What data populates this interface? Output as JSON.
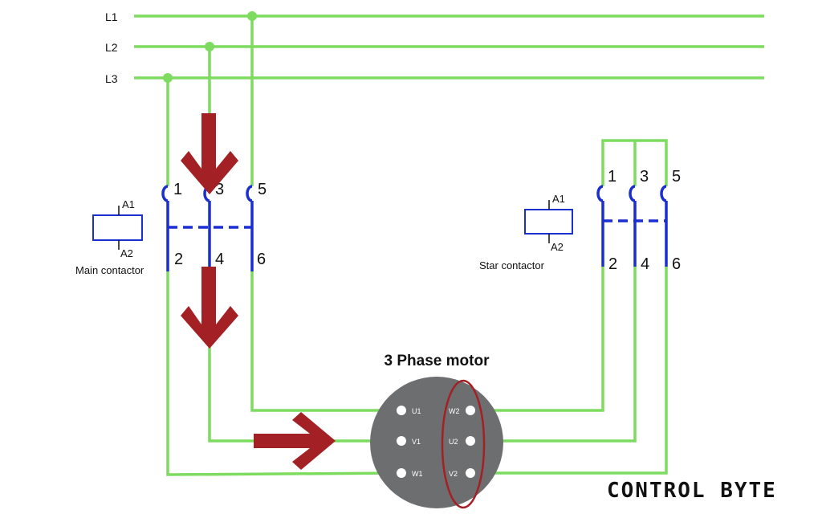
{
  "lines": {
    "l1": "L1",
    "l2": "L2",
    "l3": "L3"
  },
  "main_contactor": {
    "label": "Main contactor",
    "coil_top": "A1",
    "coil_bottom": "A2",
    "terminals_top": [
      "1",
      "3",
      "5"
    ],
    "terminals_bottom": [
      "2",
      "4",
      "6"
    ]
  },
  "star_contactor": {
    "label": "Star contactor",
    "coil_top": "A1",
    "coil_bottom": "A2",
    "terminals_top": [
      "1",
      "3",
      "5"
    ],
    "terminals_bottom": [
      "2",
      "4",
      "6"
    ]
  },
  "motor": {
    "title": "3 Phase motor",
    "left_terminals": [
      "U1",
      "V1",
      "W1"
    ],
    "right_terminals": [
      "W2",
      "U2",
      "V2"
    ]
  },
  "logo": "CONTROL BYTE",
  "colors": {
    "wire": "#7ddc5f",
    "contactor": "#1a2fd0",
    "arrow": "#a32024",
    "motor": "#6d6e70",
    "highlight": "#a32024"
  }
}
